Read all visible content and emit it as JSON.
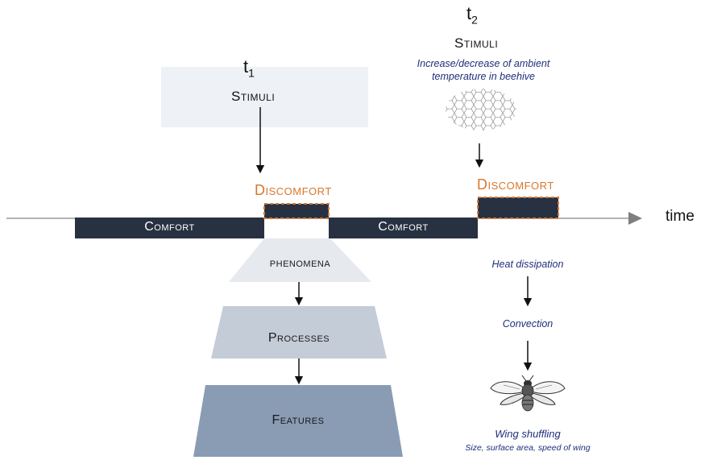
{
  "t1": {
    "base": "t",
    "sub": "1",
    "stimuli": "Stimuli"
  },
  "t2": {
    "base": "t",
    "sub": "2",
    "stimuli": "Stimuli",
    "desc_line1": "Increase/decrease of ambient",
    "desc_line2": "temperature in beehive"
  },
  "timeline": {
    "comfort_1": "Comfort",
    "comfort_2": "Comfort",
    "discomfort_1": "Discomfort",
    "discomfort_2": "Discomfort",
    "time_label": "time"
  },
  "stack": {
    "phenomena": "phenomena",
    "processes": "Processes",
    "features": "Features"
  },
  "right_chain": {
    "heat": "Heat dissipation",
    "convection": "Convection",
    "wing": "Wing shuffling",
    "wing_detail": "Size, surface area, speed of wing"
  },
  "colors": {
    "dark_bar": "#273142",
    "accent_orange": "#d9772b",
    "text_blue": "#1f2f7a",
    "phenomena_fill": "#e6e9ee",
    "processes_fill": "#c4ccd8",
    "features_fill": "#8a9bb4",
    "stimuli_box": "#eef1f5"
  },
  "icons": [
    "honeycomb-icon",
    "bee-icon"
  ]
}
